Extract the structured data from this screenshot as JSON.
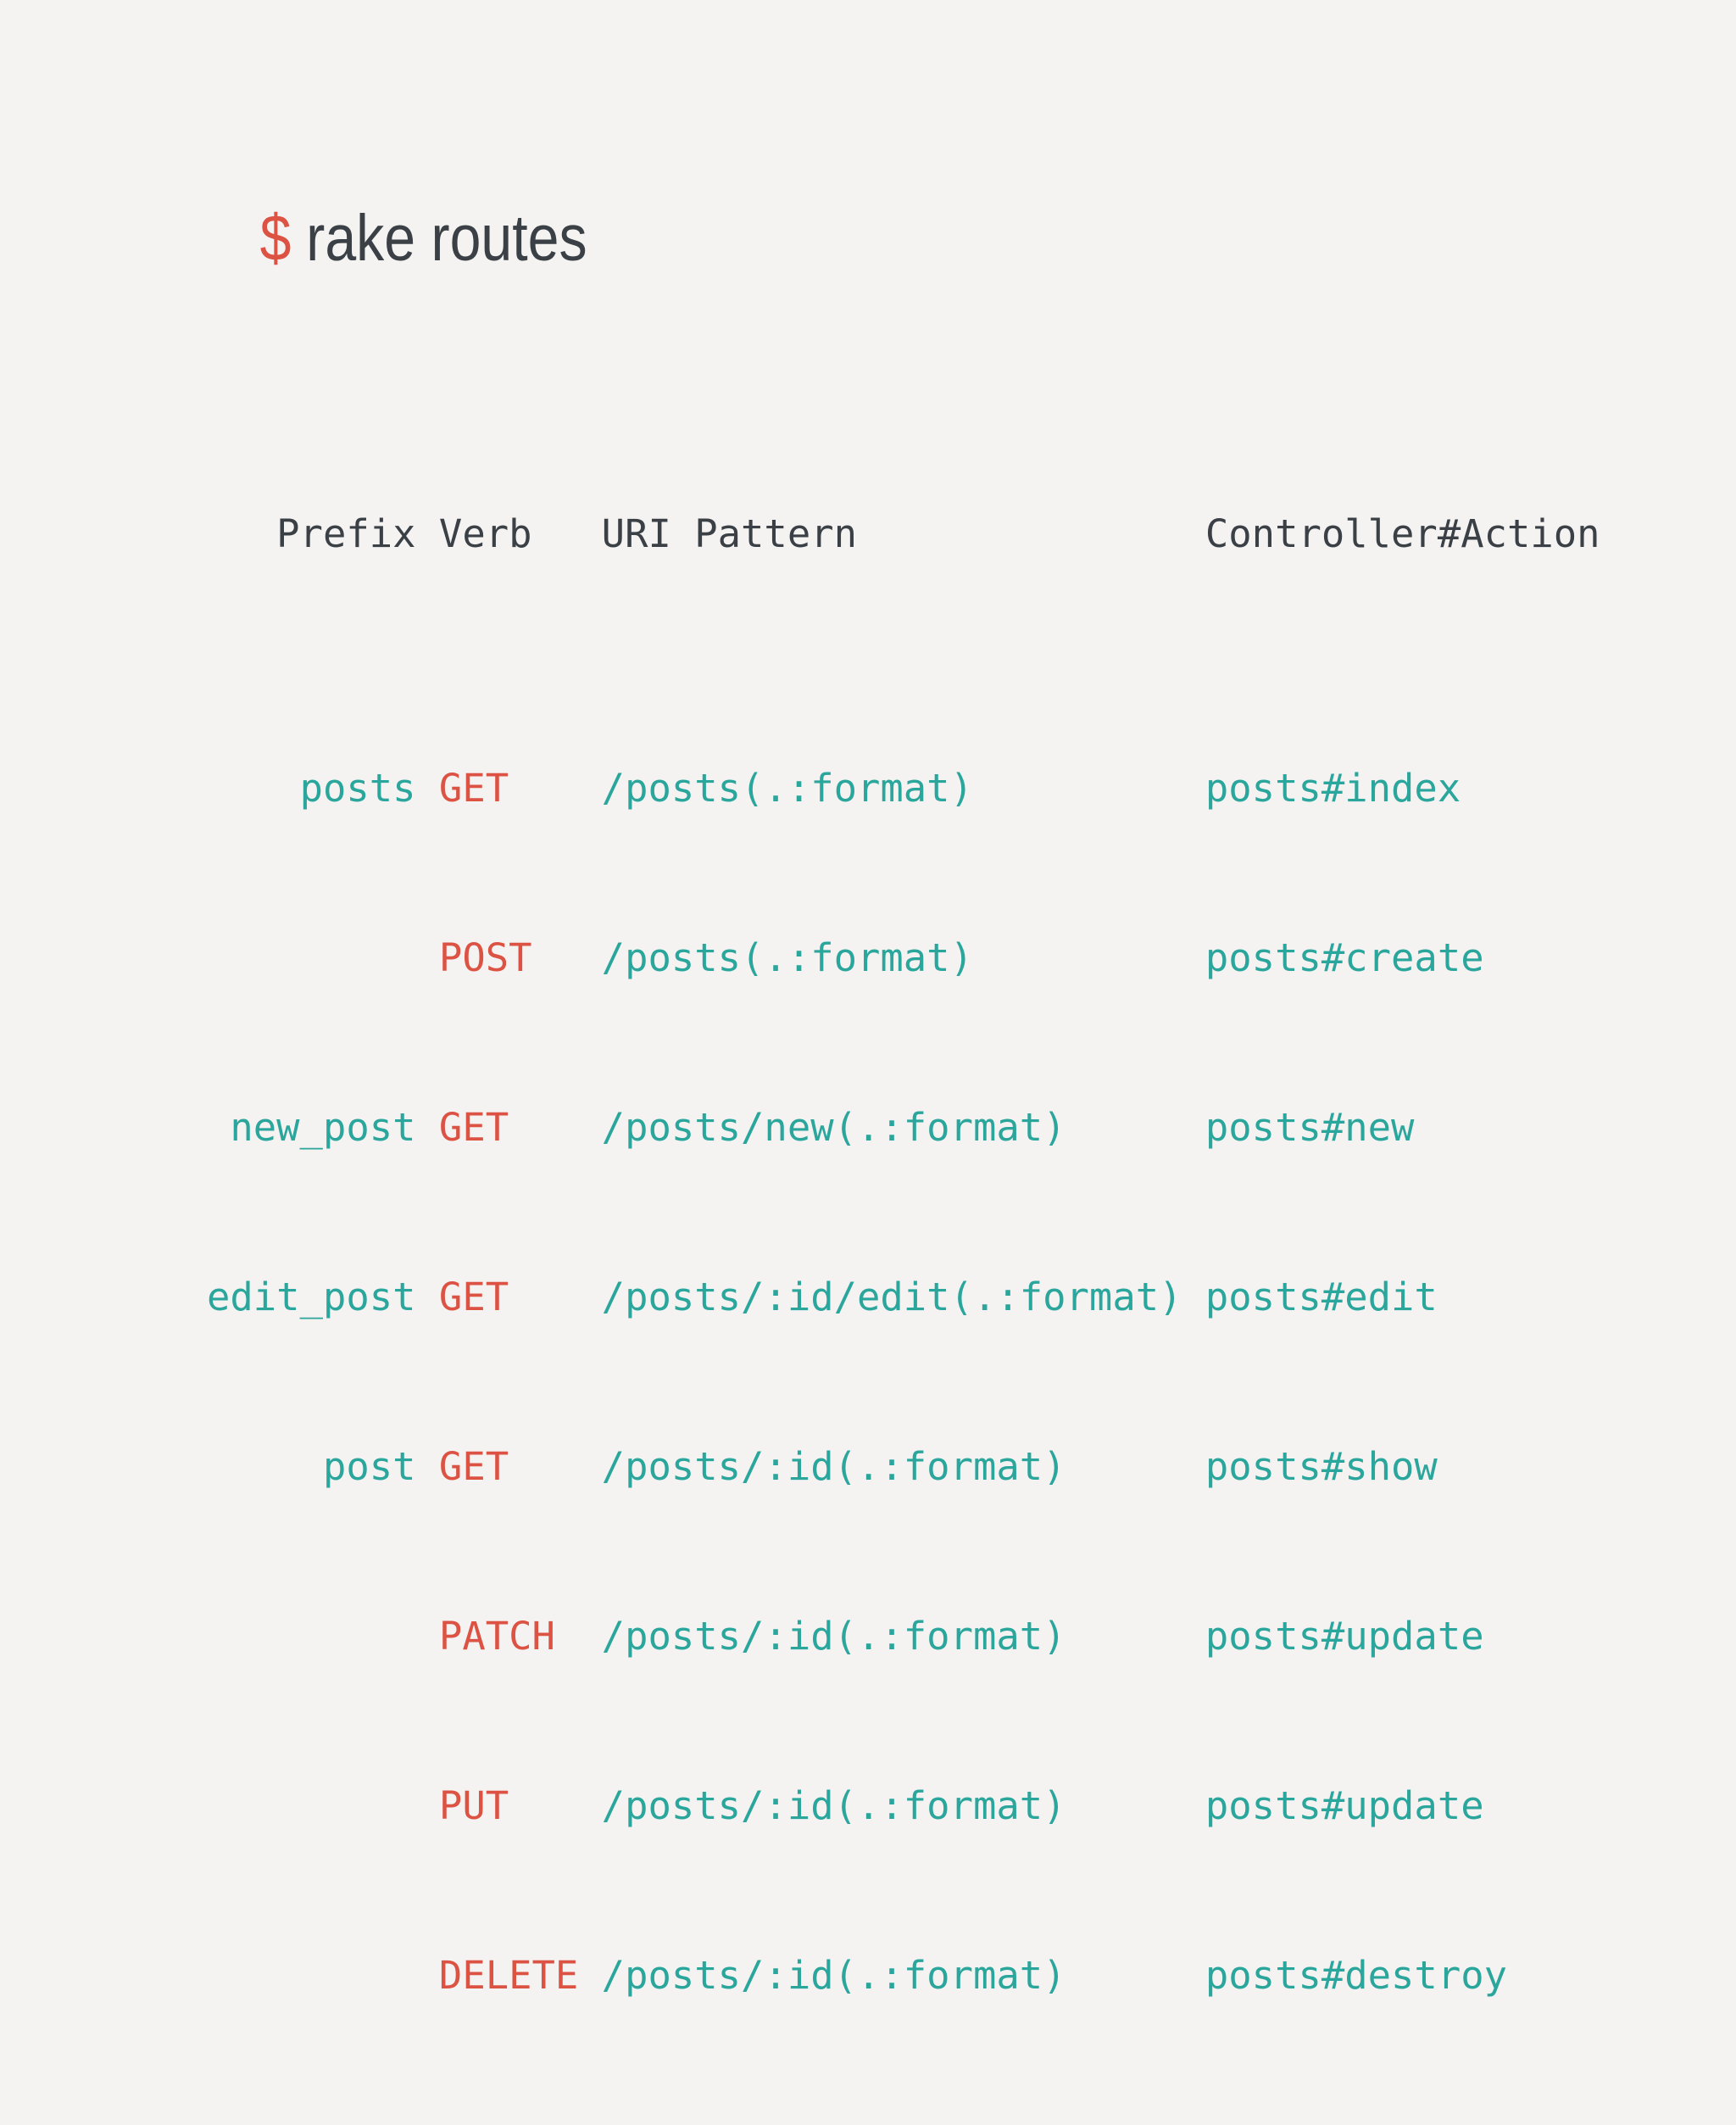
{
  "colors": {
    "background": "#f4f3f1",
    "accent_red": "#dc5243",
    "teal": "#2ba69c",
    "dark_text": "#3a4045"
  },
  "title": {
    "prompt_symbol": "$",
    "command": "rake routes"
  },
  "routes_table": {
    "headers": {
      "prefix": "Prefix",
      "verb": "Verb",
      "uri_pattern": "URI Pattern",
      "controller_action": "Controller#Action"
    },
    "rows": [
      {
        "prefix": "posts",
        "verb": "GET",
        "uri_pattern": "/posts(.:format)",
        "controller_action": "posts#index"
      },
      {
        "prefix": "",
        "verb": "POST",
        "uri_pattern": "/posts(.:format)",
        "controller_action": "posts#create"
      },
      {
        "prefix": "new_post",
        "verb": "GET",
        "uri_pattern": "/posts/new(.:format)",
        "controller_action": "posts#new"
      },
      {
        "prefix": "edit_post",
        "verb": "GET",
        "uri_pattern": "/posts/:id/edit(.:format)",
        "controller_action": "posts#edit"
      },
      {
        "prefix": "post",
        "verb": "GET",
        "uri_pattern": "/posts/:id(.:format)",
        "controller_action": "posts#show"
      },
      {
        "prefix": "",
        "verb": "PATCH",
        "uri_pattern": "/posts/:id(.:format)",
        "controller_action": "posts#update"
      },
      {
        "prefix": "",
        "verb": "PUT",
        "uri_pattern": "/posts/:id(.:format)",
        "controller_action": "posts#update"
      },
      {
        "prefix": "",
        "verb": "DELETE",
        "uri_pattern": "/posts/:id(.:format)",
        "controller_action": "posts#destroy"
      }
    ]
  }
}
